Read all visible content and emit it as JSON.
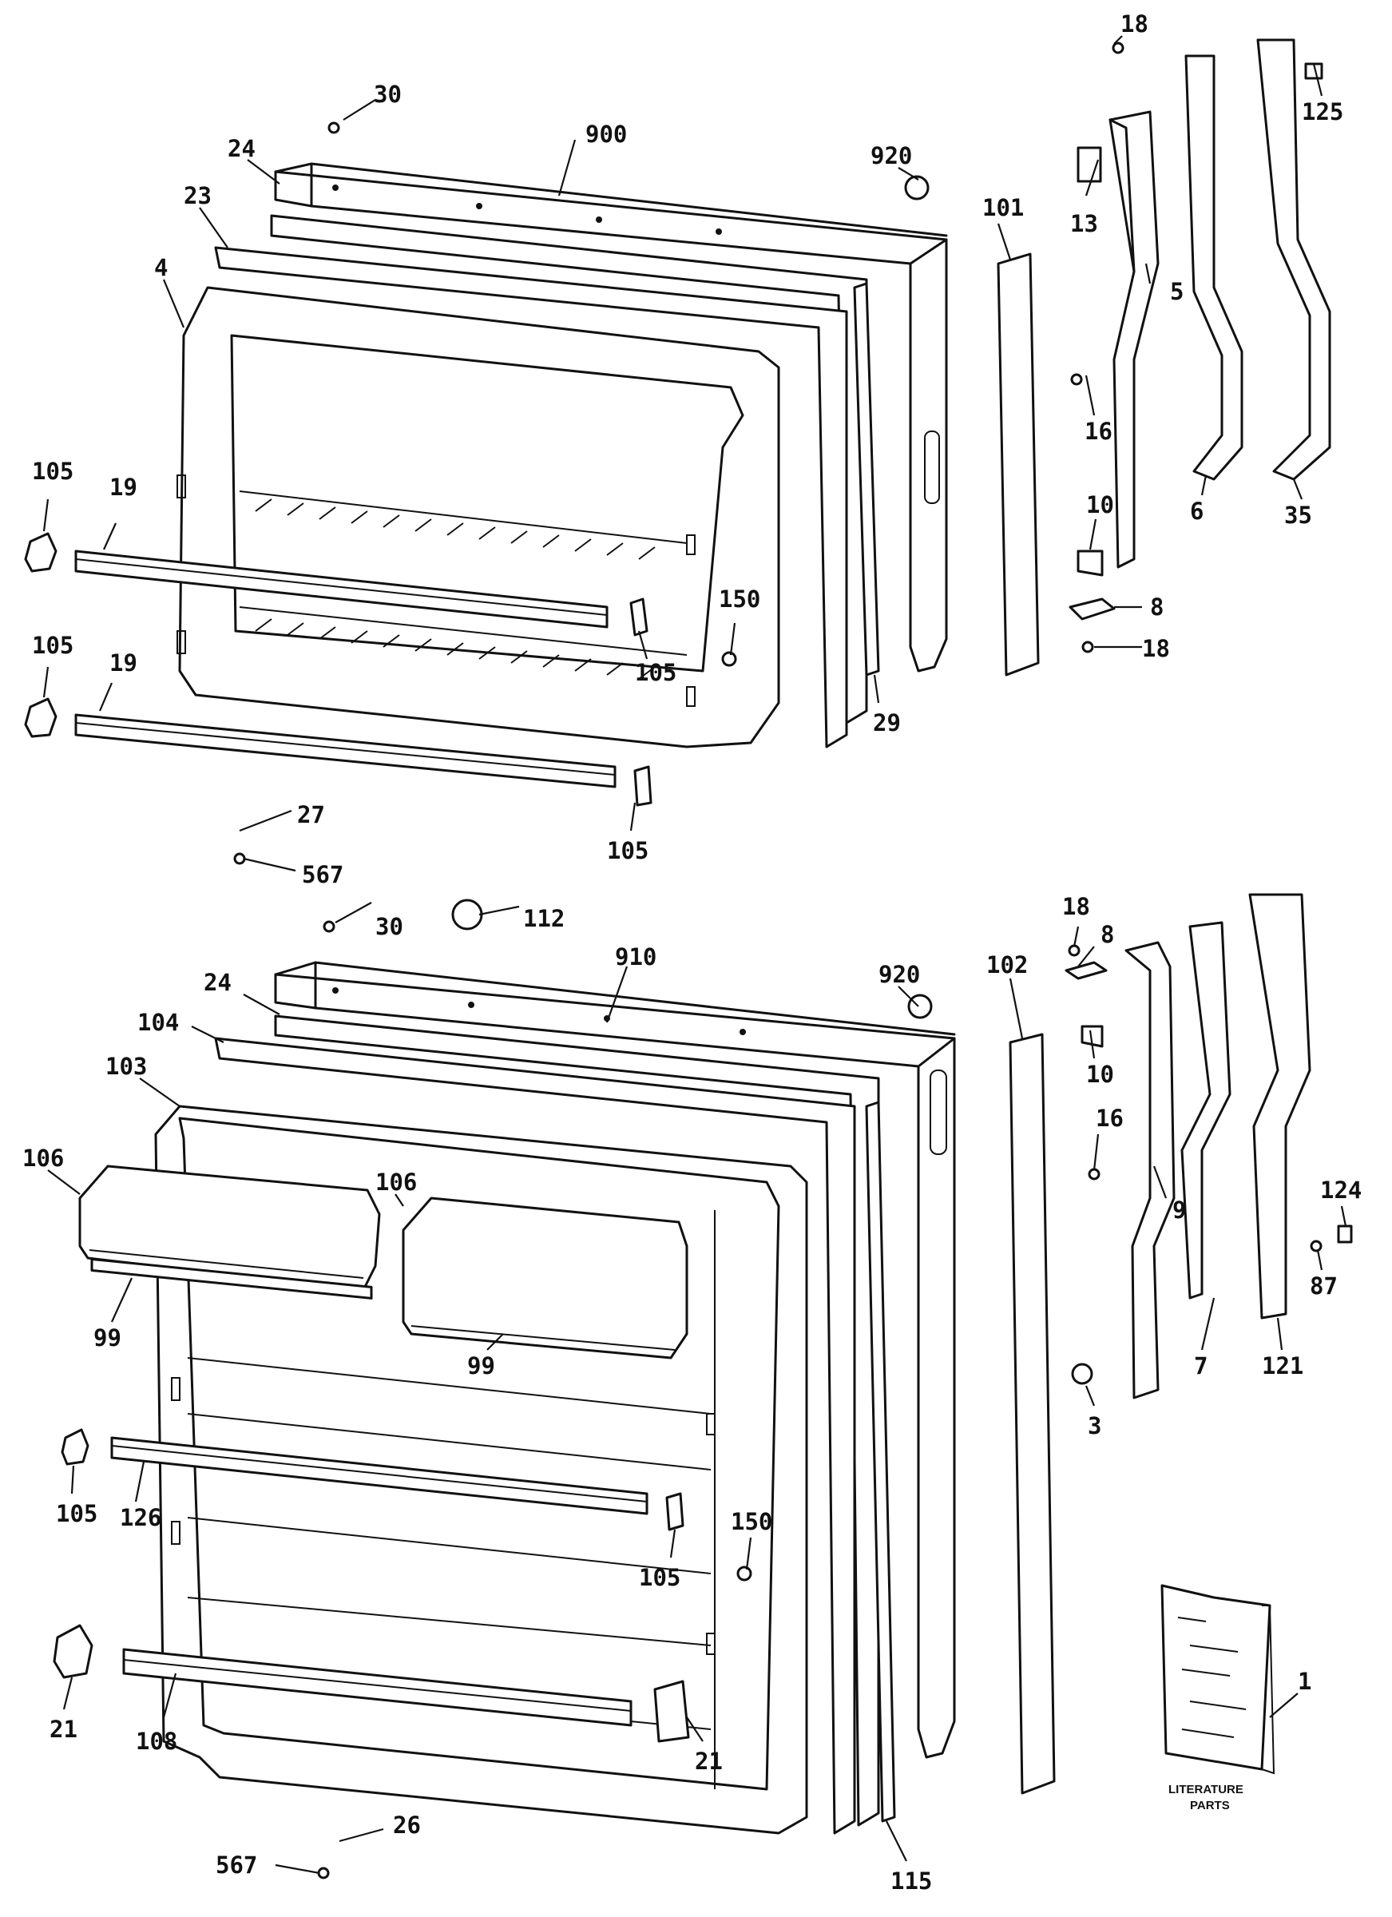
{
  "upper_assembly": {
    "callouts": [
      "30",
      "900",
      "24",
      "23",
      "4",
      "920",
      "101",
      "18",
      "13",
      "5",
      "16",
      "10",
      "8",
      "18",
      "6",
      "35",
      "125",
      "105",
      "19",
      "105",
      "150",
      "29",
      "105",
      "19",
      "105",
      "27",
      "567"
    ]
  },
  "lower_assembly": {
    "callouts": [
      "30",
      "112",
      "910",
      "24",
      "920",
      "102",
      "18",
      "8",
      "10",
      "104",
      "103",
      "16",
      "9",
      "106",
      "106",
      "124",
      "87",
      "99",
      "99",
      "7",
      "121",
      "3",
      "105",
      "126",
      "150",
      "105",
      "21",
      "21",
      "108",
      "115",
      "26",
      "567",
      "1"
    ]
  },
  "literature": {
    "line1": "LITERATURE",
    "line2": "PARTS"
  }
}
